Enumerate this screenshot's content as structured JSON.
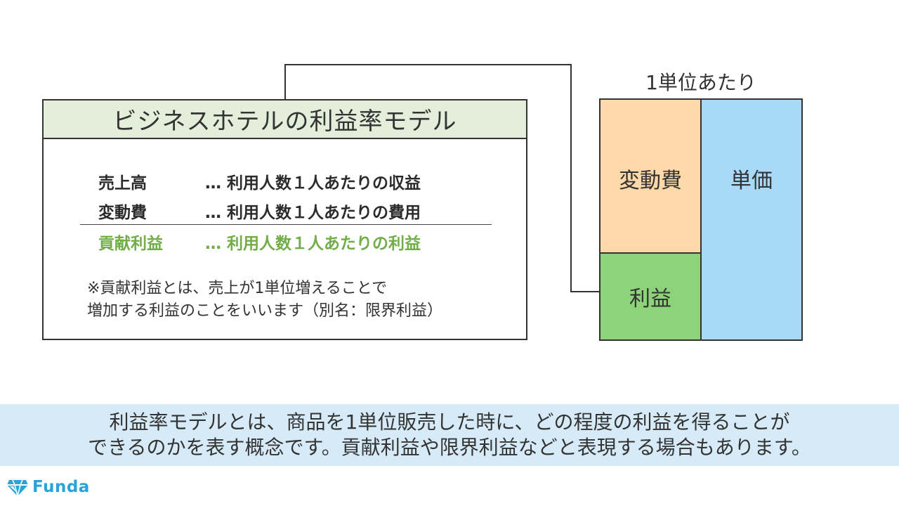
{
  "model": {
    "title": "ビジネスホテルの利益率モデル",
    "rows": [
      {
        "term": "売上高",
        "desc": "… 利用人数１人あたりの収益"
      },
      {
        "term": "変動費",
        "desc": "… 利用人数１人あたりの費用"
      },
      {
        "term": "貢献利益",
        "desc": "… 利用人数１人あたりの利益"
      }
    ],
    "note_line1": "※貢献利益とは、売上が1単位増えることで",
    "note_line2": "増加する利益のことをいいます（別名：限界利益）",
    "highlight_color": "#71ad48"
  },
  "diagram": {
    "caption": "1単位あたり",
    "variable_cost": "変動費",
    "profit": "利益",
    "unit_price": "単価",
    "colors": {
      "variable_cost": "#fdd8a8",
      "profit": "#8cd37a",
      "unit_price": "#a8daf7"
    }
  },
  "banner": {
    "line1": "利益率モデルとは、商品を1単位販売した時に、どの程度の利益を得ることが",
    "line2": "できるのかを表す概念です。貢献利益や限界利益などと表現する場合もあります。"
  },
  "logo": {
    "text": "Funda",
    "icon": "diamond-logo-icon",
    "color": "#29a3da"
  }
}
